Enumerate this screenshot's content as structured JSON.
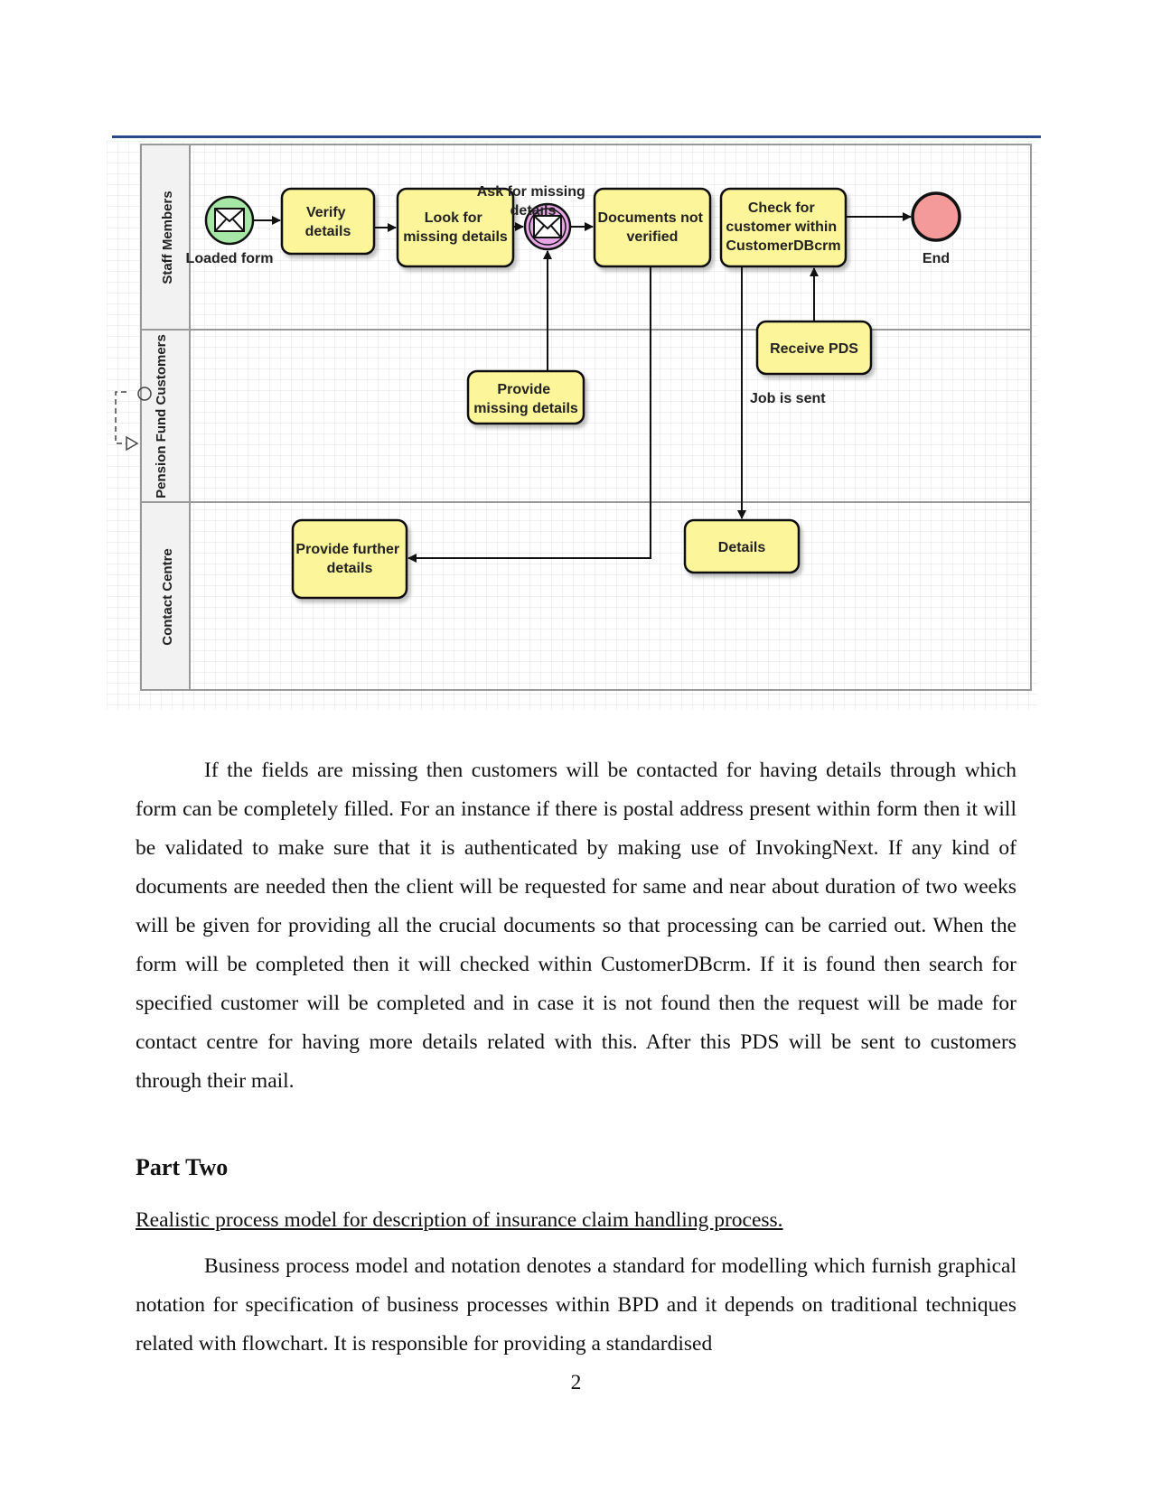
{
  "diagram": {
    "lanes": [
      "Staff Members",
      "Pension Fund Customers",
      "Contact Centre"
    ],
    "start_event_label": "Loaded form",
    "tasks": {
      "verify": [
        "Verify",
        "details"
      ],
      "look_for": [
        "Look for",
        "missing details"
      ],
      "docs_not_verified": [
        "Documents not",
        "verified"
      ],
      "check_customer": [
        "Check for",
        "customer within",
        "CustomerDBcrm"
      ],
      "provide_missing": [
        "Provide",
        "missing details"
      ],
      "receive_pds": [
        "Receive PDS"
      ],
      "provide_further": [
        "Provide further",
        "details"
      ],
      "details": [
        "Details"
      ]
    },
    "message_event_label": [
      "Ask for missing",
      "details"
    ],
    "end_event_label": "End",
    "flow_label": "Job is sent"
  },
  "paragraph1": "If the fields are missing then customers will be contacted for having details through which form can be completely filled. For an instance if there is postal address present within form then it will be validated to make sure that it is authenticated by making use of InvokingNext. If any kind of documents are needed then the client will be requested for same and near about duration of two weeks will be given for providing all the crucial documents so that processing can be carried out. When the form will be completed then it will checked within CustomerDBcrm. If it is found then search for specified customer will be completed and in case it is not found then the request will be made for contact centre for having more details related with this. After this PDS will be sent to customers through their mail.",
  "heading": "Part Two",
  "subheading": "Realistic process model for description of insurance claim handling process.",
  "paragraph2": "Business process model and notation denotes a standard for modelling which furnish graphical notation for specification of business processes within BPD and it depends on traditional techniques related with flowchart. It is responsible for providing a standardised",
  "page_number": "2"
}
